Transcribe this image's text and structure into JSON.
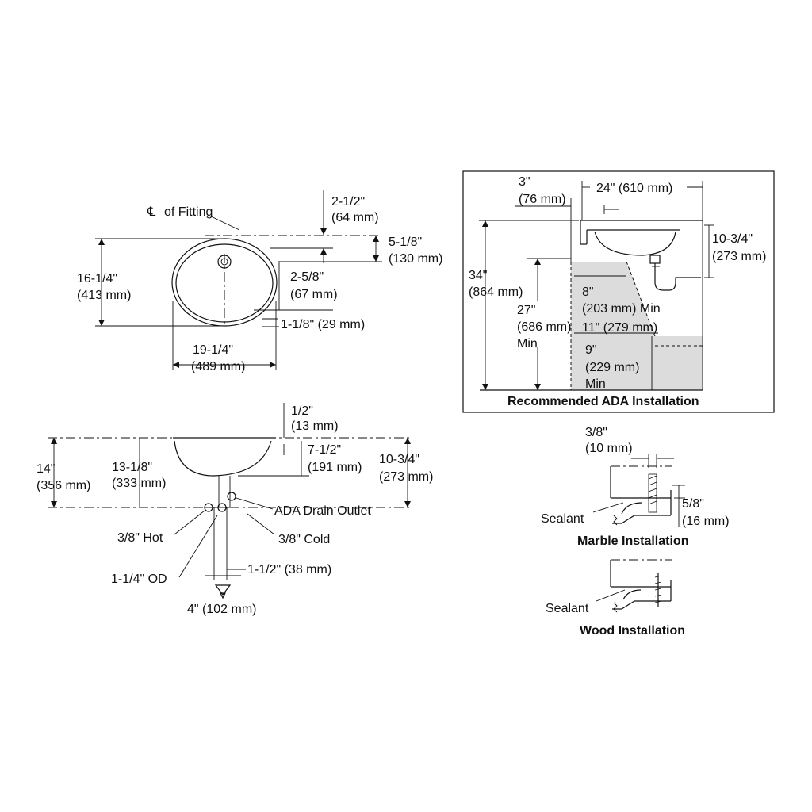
{
  "top_view": {
    "cl_symbol": "℄",
    "cl_label": "of Fitting",
    "dim_2_1_2_in": "2-1/2\"",
    "dim_2_1_2_mm": "(64 mm)",
    "dim_5_1_8_in": "5-1/8\"",
    "dim_5_1_8_mm": "(130 mm)",
    "dim_16_1_4_in": "16-1/4\"",
    "dim_16_1_4_mm": "(413 mm)",
    "dim_2_5_8_in": "2-5/8\"",
    "dim_2_5_8_mm": "(67 mm)",
    "dim_1_1_8": "1-1/8\" (29 mm)",
    "dim_19_1_4_in": "19-1/4\"",
    "dim_19_1_4_mm": "(489 mm)"
  },
  "side_view": {
    "dim_1_2_in": "1/2\"",
    "dim_1_2_mm": "(13 mm)",
    "dim_14_in": "14\"",
    "dim_14_mm": "(356 mm)",
    "dim_13_1_8_in": "13-1/8\"",
    "dim_13_1_8_mm": "(333 mm)",
    "dim_7_1_2_in": "7-1/2\"",
    "dim_7_1_2_mm": "(191 mm)",
    "dim_10_3_4_in": "10-3/4\"",
    "dim_10_3_4_mm": "(273 mm)",
    "ada_drain_outlet": "ADA Drain Outlet",
    "hot_label": "3/8\" Hot",
    "cold_label": "3/8\" Cold",
    "od_label": "1-1/4\" OD",
    "dim_1_1_2": "1-1/2\" (38 mm)",
    "dim_4": "4\" (102 mm)"
  },
  "ada": {
    "title": "Recommended ADA Installation",
    "dim_3_in": "3\"",
    "dim_3_mm": "(76 mm)",
    "dim_24": "24\" (610 mm)",
    "dim_34_in": "34\"",
    "dim_34_mm": "(864 mm)",
    "dim_10_3_4_in": "10-3/4\"",
    "dim_10_3_4_mm": "(273 mm)",
    "dim_27_in": "27\"",
    "dim_27_mm": "(686 mm)",
    "dim_27_min": "Min",
    "dim_8_in": "8\"",
    "dim_8_mm": "(203 mm) Min",
    "dim_11": "11\" (279 mm)",
    "dim_9_in": "9\"",
    "dim_9_mm": "(229 mm)",
    "dim_9_min": "Min"
  },
  "marble": {
    "dim_3_8_in": "3/8\"",
    "dim_3_8_mm": "(10 mm)",
    "dim_5_8_in": "5/8\"",
    "dim_5_8_mm": "(16 mm)",
    "sealant": "Sealant",
    "title": "Marble Installation"
  },
  "wood": {
    "sealant": "Sealant",
    "title": "Wood Installation"
  }
}
